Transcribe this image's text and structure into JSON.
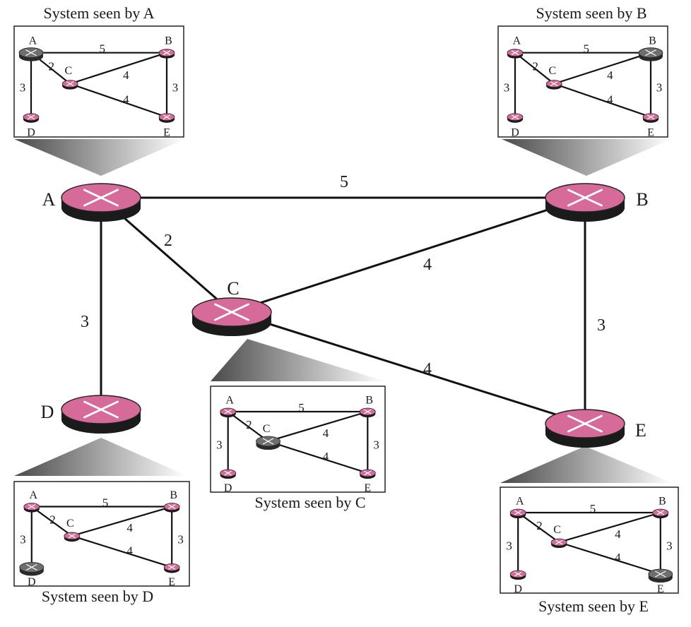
{
  "colors": {
    "router_top": "#d66b9a",
    "router_side": "#1b1b1b",
    "self_top": "#6e6e6e",
    "self_side": "#2a2a2a",
    "line": "#111111",
    "cone_dark": "#4a4a4a",
    "cone_light": "#ffffff"
  },
  "icons": {
    "router": "router-icon",
    "self": "self-router-icon"
  },
  "routers": {
    "A": {
      "label": "A"
    },
    "B": {
      "label": "B"
    },
    "C": {
      "label": "C"
    },
    "D": {
      "label": "D"
    },
    "E": {
      "label": "E"
    }
  },
  "links": [
    {
      "id": "A-B",
      "from": "A",
      "to": "B",
      "cost": "5"
    },
    {
      "id": "A-C",
      "from": "A",
      "to": "C",
      "cost": "2"
    },
    {
      "id": "A-D",
      "from": "A",
      "to": "D",
      "cost": "3"
    },
    {
      "id": "C-B",
      "from": "C",
      "to": "B",
      "cost": "4"
    },
    {
      "id": "C-E",
      "from": "C",
      "to": "E",
      "cost": "4"
    },
    {
      "id": "B-E",
      "from": "B",
      "to": "E",
      "cost": "3"
    }
  ],
  "views": [
    {
      "id": "A",
      "caption": "System seen by A",
      "self": "A"
    },
    {
      "id": "B",
      "caption": "System seen by B",
      "self": "B"
    },
    {
      "id": "C",
      "caption": "System seen by C",
      "self": "C"
    },
    {
      "id": "D",
      "caption": "System seen by D",
      "self": "D"
    },
    {
      "id": "E",
      "caption": "System seen by E",
      "self": "E"
    }
  ]
}
